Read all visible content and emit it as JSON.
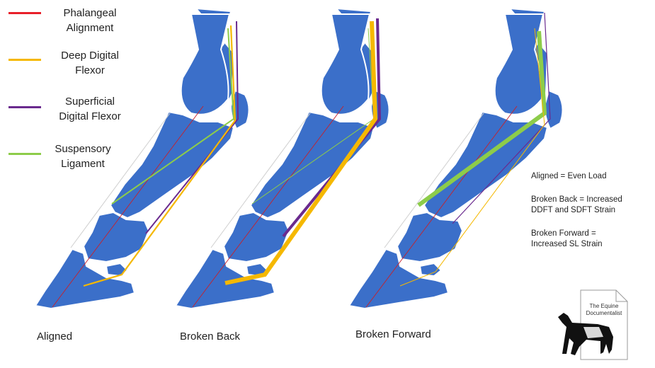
{
  "legend": [
    {
      "label_line1": "Phalangeal",
      "label_line2": "Alignment",
      "color": "#e8202a"
    },
    {
      "label_line1": "Deep Digital",
      "label_line2": "Flexor",
      "color": "#f5b800"
    },
    {
      "label_line1": "Superficial",
      "label_line2": "Digital Flexor",
      "color": "#6a2a8e"
    },
    {
      "label_line1": "Suspensory",
      "label_line2": "Ligament",
      "color": "#8dcc4a"
    }
  ],
  "bone_color": "#3b6fc9",
  "captions": {
    "aligned": "Aligned",
    "broken_back": "Broken Back",
    "broken_forward": "Broken Forward"
  },
  "notes": {
    "aligned": "Aligned = Even Load",
    "broken_back_1": "Broken Back = Increased",
    "broken_back_2": "DDFT and SDFT Strain",
    "broken_forward_1": "Broken Forward =",
    "broken_forward_2": "Increased SL Strain"
  },
  "logo": {
    "line1": "The Equine",
    "line2": "Documentalist"
  }
}
